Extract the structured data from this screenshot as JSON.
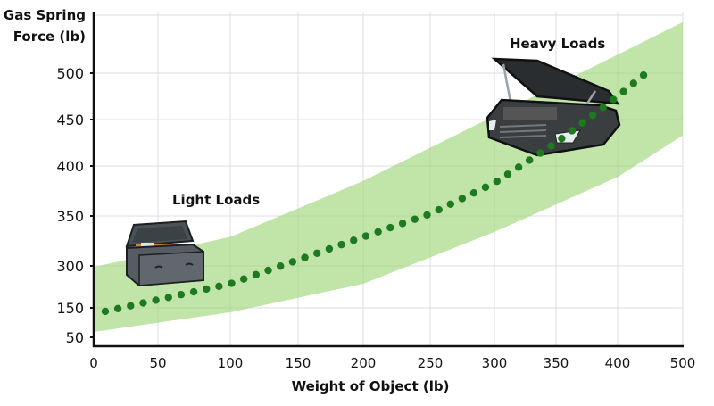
{
  "chart_data": {
    "type": "scatter",
    "title": "",
    "ylabel_lines": [
      "Gas Spring",
      "Force (lb)"
    ],
    "xlabel": "Weight of Object (lb)",
    "x_ticks": [
      0,
      50,
      100,
      150,
      200,
      250,
      300,
      350,
      400,
      500
    ],
    "y_ticks": [
      50,
      150,
      300,
      350,
      400,
      450,
      500
    ],
    "grid": true,
    "series": [
      {
        "name": "Gas spring force",
        "style": "dotted",
        "color": "#1e7a1e",
        "points": [
          [
            9,
            138
          ],
          [
            100,
            236
          ],
          [
            200,
            329
          ],
          [
            250,
            352
          ],
          [
            300,
            383
          ],
          [
            350,
            425
          ],
          [
            400,
            475
          ],
          [
            440,
            498
          ]
        ]
      }
    ],
    "band": {
      "color": "#9fd67a",
      "upper": [
        [
          0,
          296
        ],
        [
          100,
          329
        ],
        [
          200,
          385
        ],
        [
          300,
          454
        ],
        [
          400,
          520
        ],
        [
          500,
          555
        ]
      ],
      "lower": [
        [
          0,
          68
        ],
        [
          100,
          135
        ],
        [
          200,
          236
        ],
        [
          300,
          334
        ],
        [
          400,
          389
        ],
        [
          500,
          433
        ]
      ]
    },
    "annotations": [
      {
        "text": "Light Loads",
        "icon": "toolbox"
      },
      {
        "text": "Heavy Loads",
        "icon": "car-open-hood"
      }
    ]
  }
}
